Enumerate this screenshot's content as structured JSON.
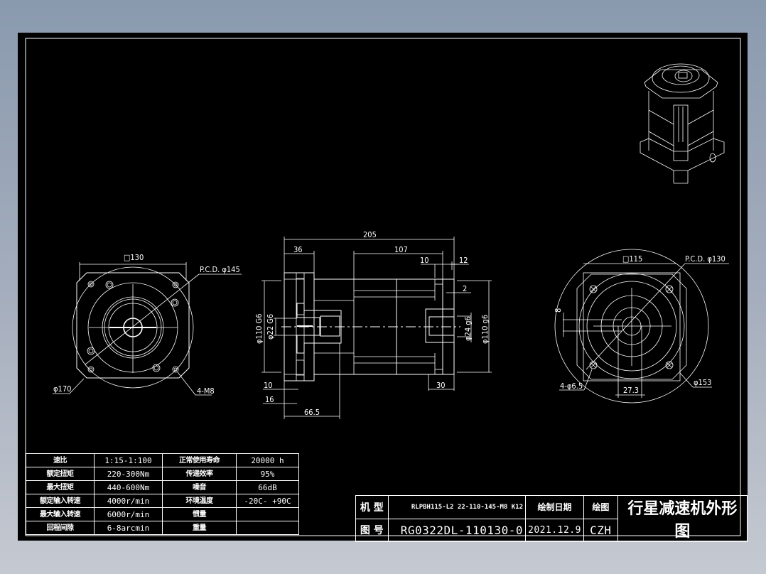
{
  "drawing": {
    "background_color": "#000000",
    "line_color": "#ffffff",
    "canvas_gradient": [
      "#8a9aae",
      "#c5c9d1"
    ]
  },
  "front_view": {
    "square_dim": "□130",
    "pcd_label": "P.C.D. φ145",
    "outer_dia": "φ170",
    "holes_label": "4-M8"
  },
  "section_view": {
    "overall_length": "205",
    "flange_len": "36",
    "body_len": "107",
    "dim_10_top": "10",
    "dim_12": "12",
    "dim_2": "2",
    "left_dia_pilot": "φ110 G6",
    "left_bore": "φ22 G6",
    "right_bore": "φ24 g6",
    "right_pilot": "φ110 g6",
    "dim_10_bottom": "10",
    "dim_16": "16",
    "dim_66_5": "66.5",
    "dim_30": "30"
  },
  "rear_view": {
    "square_dim": "□115",
    "pcd_label": "P.C.D. φ130",
    "key_width": "8",
    "key_height": "27.3",
    "holes_label": "4-φ6.5",
    "outer_dia": "φ153"
  },
  "spec_table": {
    "rows": [
      {
        "label1": "速比",
        "value1": "1:15-1:100",
        "label2": "正常使用寿命",
        "value2": "20000 h"
      },
      {
        "label1": "额定扭矩",
        "value1": "220-300Nm",
        "label2": "传递效率",
        "value2": "95%"
      },
      {
        "label1": "最大扭矩",
        "value1": "440-600Nm",
        "label2": "噪音",
        "value2": "66dB"
      },
      {
        "label1": "额定输入转速",
        "value1": "4000r/min",
        "label2": "环境温度",
        "value2": "-20C- +90C"
      },
      {
        "label1": "最大输入转速",
        "value1": "6000r/min",
        "label2": "惯量",
        "value2": ""
      },
      {
        "label1": "回程间隙",
        "value1": "6-8arcmin",
        "label2": "重量",
        "value2": ""
      }
    ]
  },
  "title_block": {
    "model_label": "机 型",
    "model_value": "RLPBH115-L2 22-110-145-M8 K12",
    "date_label": "绘制日期",
    "draw_label": "绘图",
    "title": "行星减速机外形图",
    "drawing_no_label": "图 号",
    "drawing_no_value": "RG0322DL-110130-0",
    "date_value": "2021.12.9",
    "author": "CZH"
  }
}
